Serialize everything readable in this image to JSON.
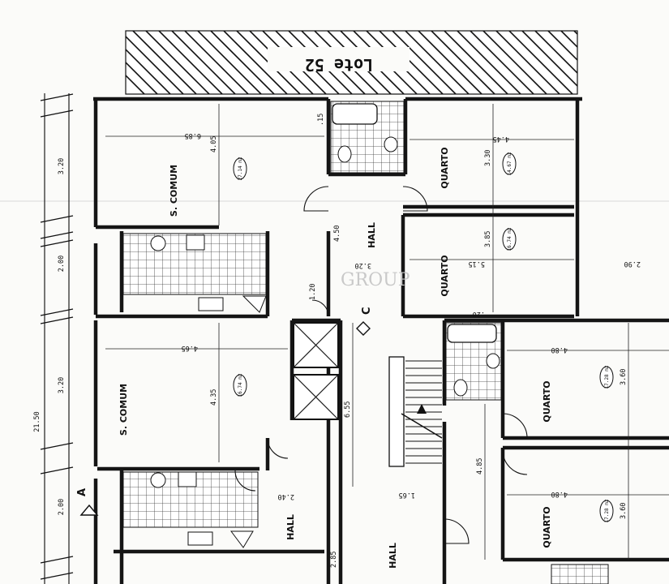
{
  "lot_label": "Lote 52",
  "watermark": "GROUP",
  "rooms": {
    "sala_comum_upper": "S. COMUM",
    "sala_comum_lower": "S. COMUM",
    "quarto_1": "QUARTO",
    "quarto_2": "QUARTO",
    "quarto_3": "QUARTO",
    "quarto_4": "QUARTO",
    "hall_1": "HALL",
    "hall_2": "HALL",
    "hall_3": "HALL"
  },
  "areas": {
    "sala_upper": "27.14 m2",
    "sala_lower": "16.74 m2",
    "quarto_1": "14.67 m2",
    "quarto_2": "16.74 m2",
    "quarto_3": "17.28 m2",
    "quarto_4": "17.28 m2"
  },
  "dimensions": {
    "total_height": "21.50",
    "d_320a": "3.20",
    "d_200a": "2.00",
    "d_320b": "3.20",
    "d_200b": "2.00",
    "d_285": "2.85",
    "d_685": "6.85",
    "d_405": "4.05",
    "d_465": "4.65",
    "d_435": "4.35",
    "d_445": "4.45",
    "d_330": "3.30",
    "d_385": "3.85",
    "d_515": "5.15",
    "d_450": "4.50",
    "d_480a": "4.80",
    "d_360a": "3.60",
    "d_480b": "4.80",
    "d_360b": "3.60",
    "d_485": "4.85",
    "d_655": "6.55",
    "d_165": "1.65",
    "d_240": "2.40",
    "d_290": "2.90",
    "d_120": "1.20",
    "d_320c": "3.20",
    "d_020": ".20",
    "d_015": ".15"
  },
  "section_marks": {
    "a": "A",
    "c": "C"
  }
}
